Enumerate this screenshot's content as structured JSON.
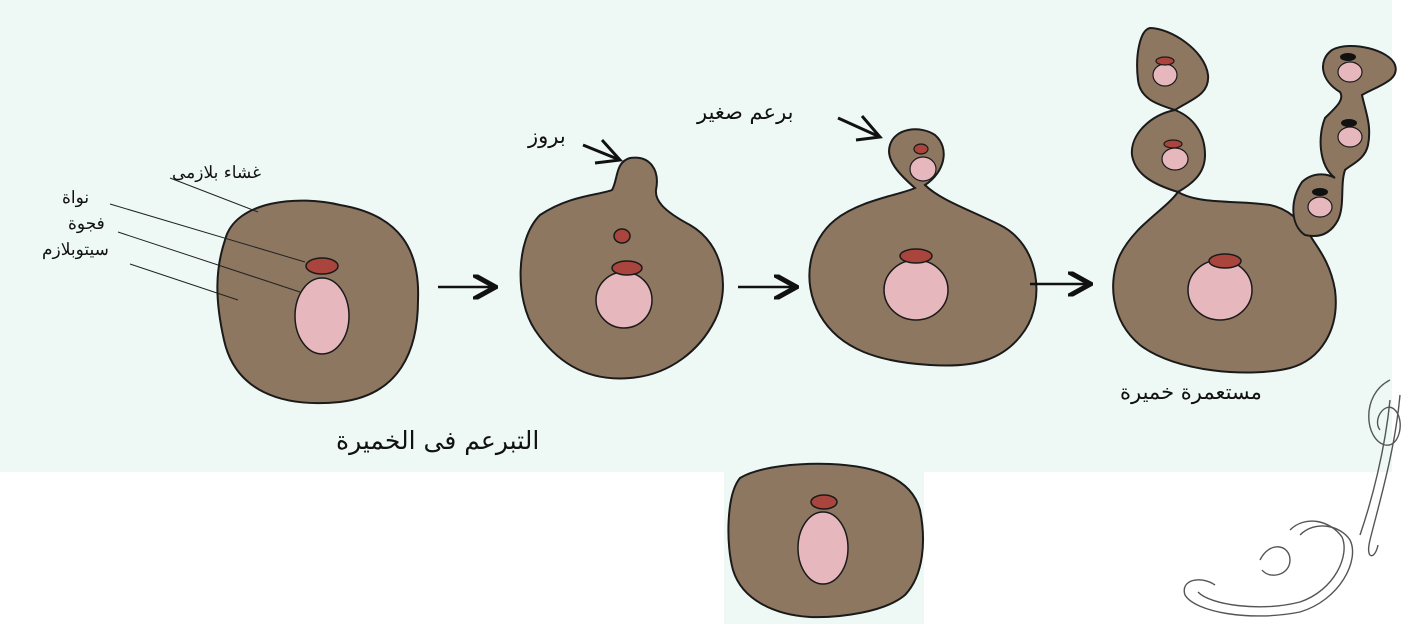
{
  "labels": {
    "membrane": "غشاء بلازمى",
    "nucleus": "نواة",
    "vacuole": "فجوة",
    "cytoplasm": "سيتوبلازم",
    "protrusion": "بروز",
    "small_bud": "برعم صغير",
    "colony": "مستعمرة خميرة",
    "title": "التبرعم فى الخميرة"
  },
  "colors": {
    "background": "#eef9f6",
    "cytoplasm": "#8e7761",
    "nucleus": "#a9453d",
    "vacuole": "#e6b8be",
    "outline": "#1a1a1a",
    "signature": "#555555"
  },
  "stages": [
    "cell",
    "protrusion",
    "small-bud",
    "yeast-colony"
  ]
}
